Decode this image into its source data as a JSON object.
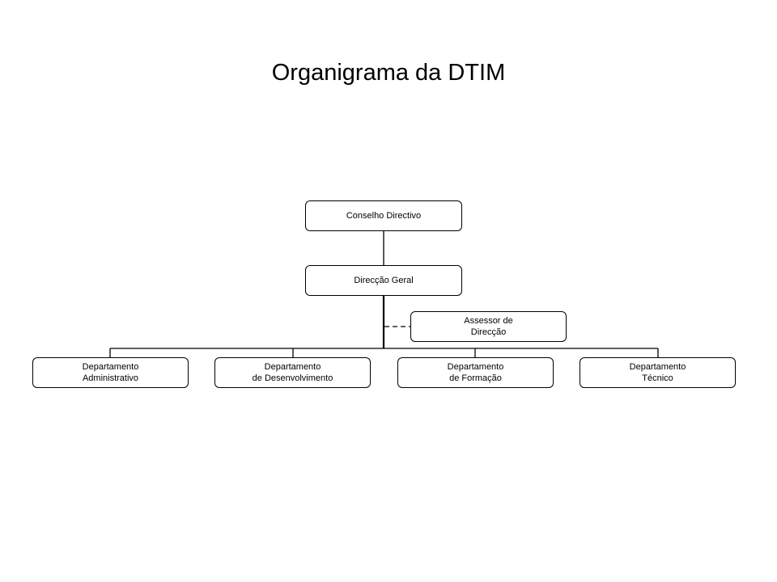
{
  "title": "Organigrama da DTIM",
  "nodes": {
    "conselho": {
      "lines": [
        "Conselho Directivo"
      ]
    },
    "direccao": {
      "lines": [
        "Direcção Geral"
      ]
    },
    "assessor": {
      "lines": [
        "Assessor de",
        "Direcção"
      ]
    },
    "dep_adm": {
      "lines": [
        "Departamento",
        "Administrativo"
      ]
    },
    "dep_des": {
      "lines": [
        "Departamento",
        "de Desenvolvimento"
      ]
    },
    "dep_for": {
      "lines": [
        "Departamento",
        "de Formação"
      ]
    },
    "dep_tec": {
      "lines": [
        "Departamento",
        "Técnico"
      ]
    }
  },
  "edges": [
    {
      "from": "conselho",
      "to": "direccao",
      "style": "solid"
    },
    {
      "from": "direccao",
      "to": "assessor",
      "style": "dashed"
    },
    {
      "from": "direccao",
      "to": "dep_adm",
      "style": "solid"
    },
    {
      "from": "direccao",
      "to": "dep_des",
      "style": "solid"
    },
    {
      "from": "direccao",
      "to": "dep_for",
      "style": "solid"
    },
    {
      "from": "direccao",
      "to": "dep_tec",
      "style": "solid"
    }
  ],
  "colors": {
    "line": "#000000",
    "box_border": "#000000",
    "background": "#ffffff"
  }
}
